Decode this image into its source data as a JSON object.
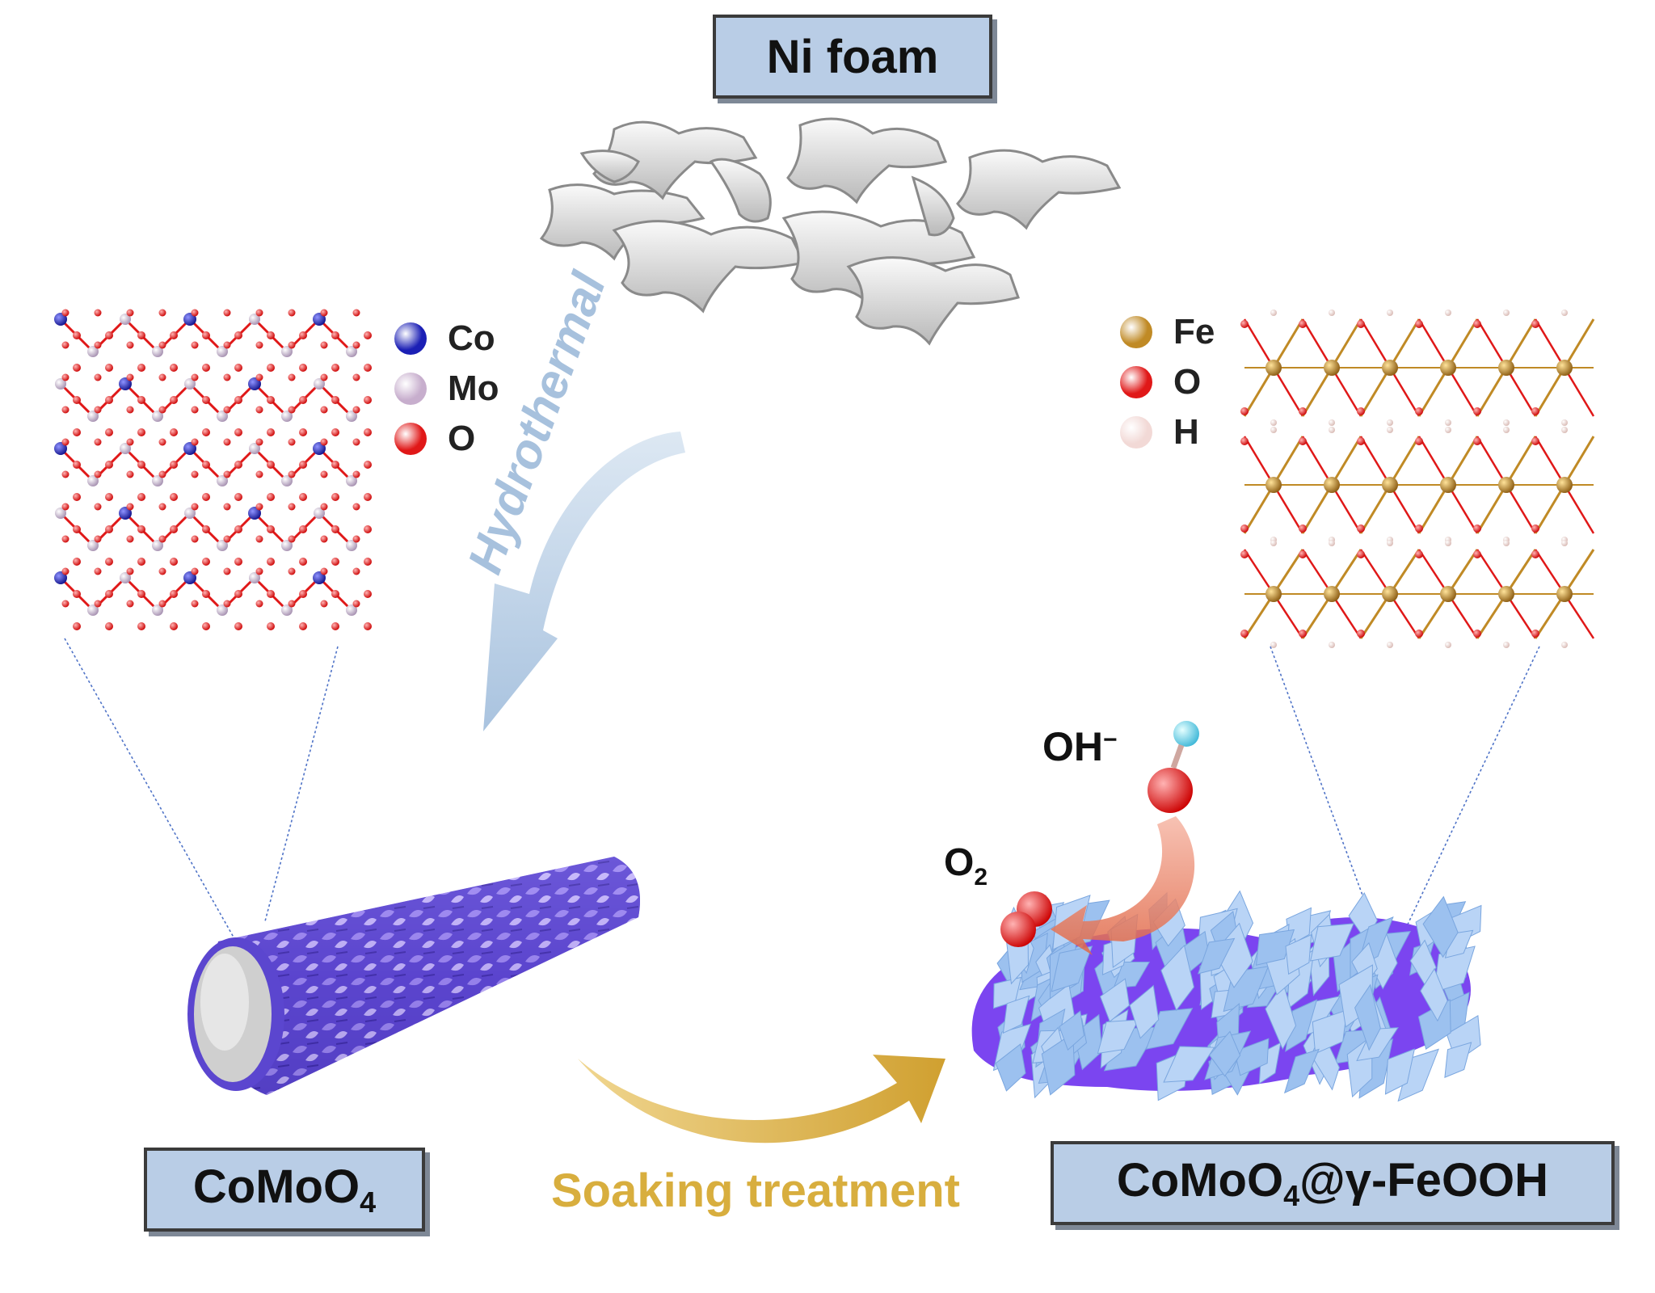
{
  "labels": {
    "ni_foam": "Ni foam",
    "comoo4_main": "CoMoO",
    "comoo4_sub": "4",
    "product_a": "CoMoO",
    "product_sub": "4",
    "product_b": "@γ-FeOOH",
    "hydrothermal": "Hydrothermal",
    "soaking": "Soaking treatment",
    "oh_main": "OH",
    "oh_sup": "−",
    "o2_main": "O",
    "o2_sub": "2"
  },
  "legend_left": [
    {
      "symbol": "Co",
      "color": "#1b1fb5"
    },
    {
      "symbol": "Mo",
      "color": "#c7aecd"
    },
    {
      "symbol": "O",
      "color": "#e01818"
    }
  ],
  "legend_right": [
    {
      "symbol": "Fe",
      "color": "#c08a25"
    },
    {
      "symbol": "O",
      "color": "#e01818"
    },
    {
      "symbol": "H",
      "color": "#f2d9d6"
    }
  ],
  "colors": {
    "box_fill": "#b9cde6",
    "hydrothermal_arrow": "#b5cbe2",
    "soaking_arrow": "#d8ae3e",
    "nanoflake": "#9cc1ef",
    "substrate": "#7b45f0",
    "rod_coating": "#6a55d8"
  }
}
